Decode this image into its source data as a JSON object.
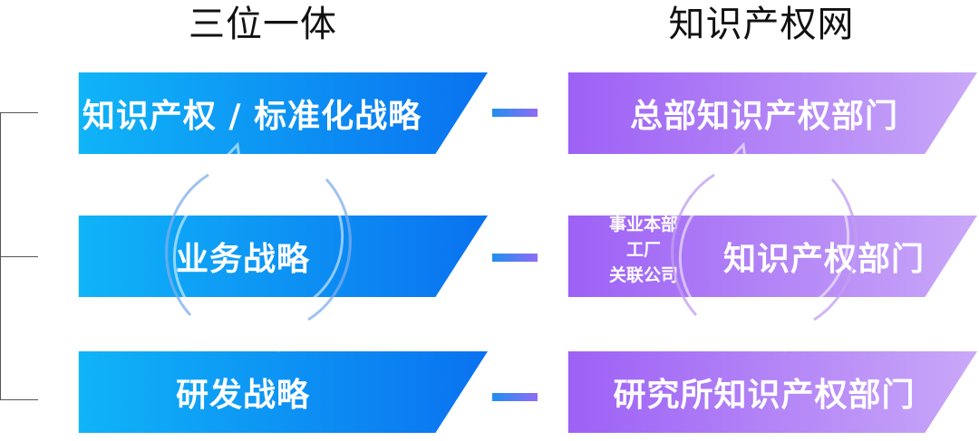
{
  "headings": {
    "left": "三位一体",
    "right": "知识产权网"
  },
  "left_items": [
    {
      "label": "知识产权 / 标准化战略"
    },
    {
      "label": "业务战略"
    },
    {
      "label": "研发战略"
    }
  ],
  "right_items": [
    {
      "label": "总部知识产权部门"
    },
    {
      "label": "知识产权部门",
      "sub_labels": [
        "事业本部",
        "工厂",
        "关联公司"
      ]
    },
    {
      "label": "研究所知识产权部门"
    }
  ],
  "colors": {
    "left_gradient_start": "#10b8f8",
    "left_gradient_end": "#0a72f0",
    "right_gradient_start": "#9a5cf5",
    "right_gradient_end": "#c9a8f8",
    "heading": "#111111"
  },
  "icons": {
    "left_cycle": "cycle-arrows-icon",
    "right_cycle": "cycle-arrows-icon"
  }
}
